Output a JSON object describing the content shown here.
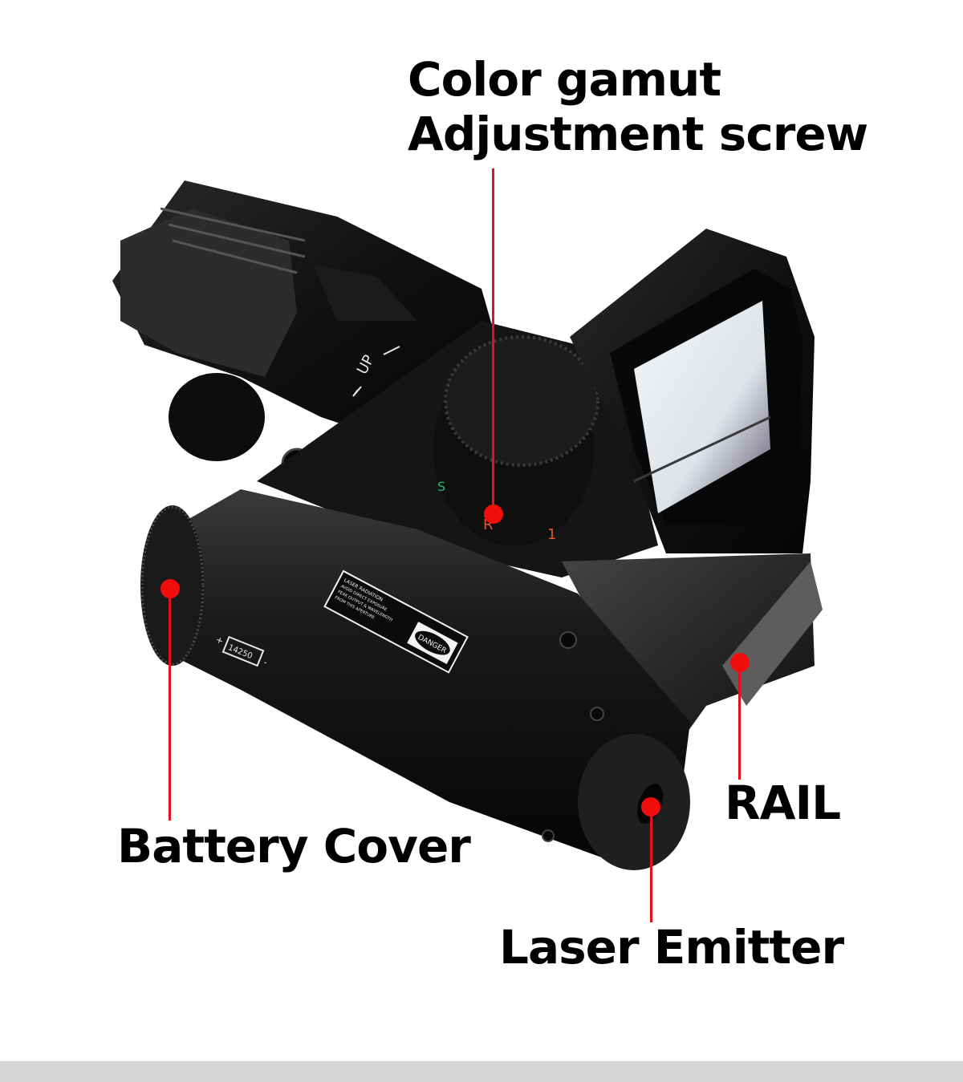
{
  "image": {
    "subject": "Red dot reflex sight with mounted laser module",
    "background_color": "#ffffff",
    "bottom_strip_color": "#d5d5d5"
  },
  "callouts": {
    "color_gamut": {
      "line1": "Color gamut",
      "line2": "Adjustment screw"
    },
    "battery_cover": {
      "label": "Battery Cover"
    },
    "laser_emitter": {
      "label": "Laser Emitter"
    },
    "rail": {
      "label": "RAIL"
    }
  },
  "product_markings": {
    "up_label": "UP",
    "dial_marks": [
      "S",
      "R",
      "1"
    ],
    "battery_type": "14250",
    "battery_plus": "+",
    "battery_minus": "-",
    "warning_label": {
      "line1": "LASER RADIATION",
      "line2": "AVOID DIRECT EXPOSURE",
      "line3": "PEAK OUTPUT & WAVELENGTH",
      "line4": "FROM THIS APERTURE",
      "danger": "DANGER"
    }
  },
  "colors": {
    "callout_red": "#e3111b",
    "dot_red": "#f20d0d",
    "text": "#000000",
    "body_black": "#111111",
    "dial_green": "#2bb673",
    "dial_orange": "#e4572e"
  }
}
